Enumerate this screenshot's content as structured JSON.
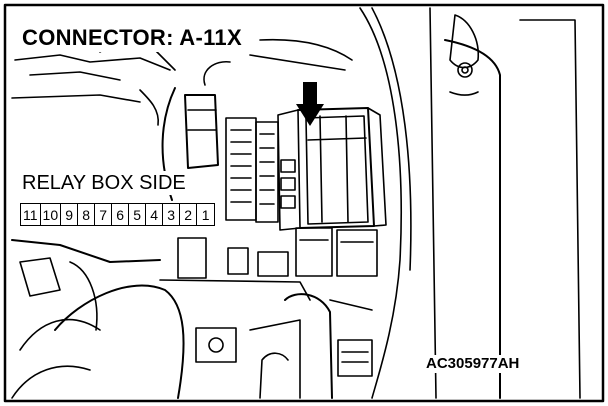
{
  "connector_title": "CONNECTOR: A-11X",
  "side_label": "RELAY BOX SIDE",
  "pin_numbers": [
    "11",
    "10",
    "9",
    "8",
    "7",
    "6",
    "5",
    "4",
    "3",
    "2",
    "1"
  ],
  "figure_id": "AC305977AH",
  "colors": {
    "line": "#000000",
    "background": "#ffffff"
  }
}
